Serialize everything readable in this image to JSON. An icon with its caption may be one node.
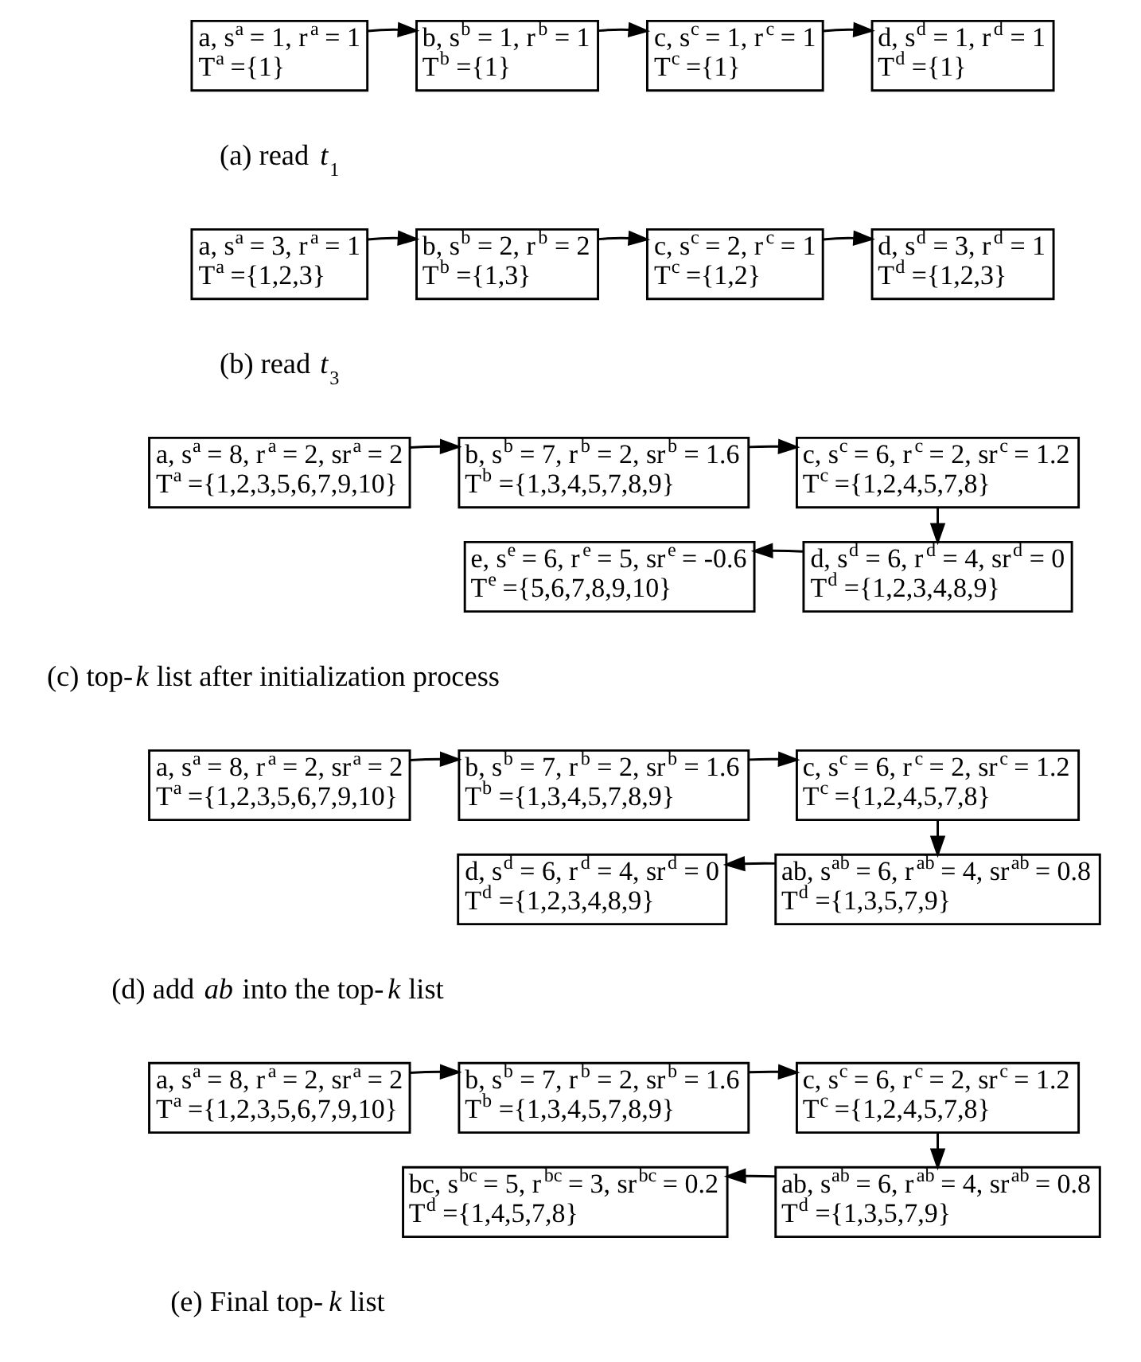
{
  "diagram": {
    "nodes": [
      {
        "text": [
          "a, s$^{a}$ = 1, r$^{a}$ = 1",
          "T$^{a}$ ={1}"
        ]
      },
      {
        "text": [
          "b, s$^{b}$ = 1, r$^{b}$ = 1",
          "T$^{b}$ ={1}"
        ]
      },
      {
        "text": [
          "c, s$^{c}$ = 1, r$^{c}$ = 1",
          "T$^{c}$ ={1}"
        ]
      },
      {
        "text": [
          "d, s$^{d}$ = 1, r$^{d}$ = 1",
          "T$^{d}$ ={1}"
        ]
      },
      {
        "text": [
          "a, s$^{a}$ = 3, r$^{a}$ = 1",
          "T$^{a}$ ={1,2,3}"
        ]
      },
      {
        "text": [
          "b, s$^{b}$ = 2, r$^{b}$ = 2",
          "T$^{b}$ ={1,3}"
        ]
      },
      {
        "text": [
          "c, s$^{c}$ = 2, r$^{c}$ = 1",
          "T$^{c}$ ={1,2}"
        ]
      },
      {
        "text": [
          "d, s$^{d}$ = 3, r$^{d}$ = 1",
          "T$^{d}$ ={1,2,3}"
        ]
      },
      {
        "text": [
          "a, s$^{a}$ = 8, r$^{a}$ = 2, sr$^{a}$ = 2",
          "T$^{a}$ ={1,2,3,5,6,7,9,10}"
        ]
      },
      {
        "text": [
          "b, s$^{b}$ = 7, r$^{b}$ = 2, sr$^{b}$ = 1.6",
          "T$^{b}$ ={1,3,4,5,7,8,9}"
        ]
      },
      {
        "text": [
          "c, s$^{c}$ = 6, r$^{c}$ = 2, sr$^{c}$ = 1.2",
          "T$^{c}$ ={1,2,4,5,7,8}"
        ]
      },
      {
        "text": [
          "e, s$^{e}$ = 6, r$^{e}$ = 5, sr$^{e}$ = -0.6",
          "T$^{e}$ ={5,6,7,8,9,10}"
        ]
      },
      {
        "text": [
          "d, s$^{d}$ = 6, r$^{d}$ = 4, sr$^{d}$ = 0",
          "T$^{d}$ ={1,2,3,4,8,9}"
        ]
      },
      {
        "text": [
          "a, s$^{a}$ = 8, r$^{a}$ = 2, sr$^{a}$ = 2",
          "T$^{a}$ ={1,2,3,5,6,7,9,10}"
        ]
      },
      {
        "text": [
          "b, s$^{b}$ = 7, r$^{b}$ = 2, sr$^{b}$ = 1.6",
          "T$^{b}$ ={1,3,4,5,7,8,9}"
        ]
      },
      {
        "text": [
          "c, s$^{c}$ = 6, r$^{c}$ = 2, sr$^{c}$ = 1.2",
          "T$^{c}$ ={1,2,4,5,7,8}"
        ]
      },
      {
        "text": [
          "d, s$^{d}$ = 6, r$^{d}$ = 4, sr$^{d}$ = 0",
          "T$^{d}$ ={1,2,3,4,8,9}"
        ]
      },
      {
        "text": [
          "ab, s$^{ab}$ = 6, r$^{ab}$ = 4, sr$^{ab}$ = 0.8",
          "T$^{d}$ ={1,3,5,7,9}"
        ]
      },
      {
        "text": [
          "a, s$^{a}$ = 8, r$^{a}$ = 2, sr$^{a}$ = 2",
          "T$^{a}$ ={1,2,3,5,6,7,9,10}"
        ]
      },
      {
        "text": [
          "b, s$^{b}$ = 7, r$^{b}$ = 2, sr$^{b}$ = 1.6",
          "T$^{b}$ ={1,3,4,5,7,8,9}"
        ]
      },
      {
        "text": [
          "c, s$^{c}$ = 6, r$^{c}$ = 2, sr$^{c}$ = 1.2",
          "T$^{c}$ ={1,2,4,5,7,8}"
        ]
      },
      {
        "text": [
          "bc, s$^{bc}$ = 5, r$^{bc}$ = 3, sr$^{bc}$ = 0.2",
          "T$^{d}$ ={1,4,5,7,8}"
        ]
      },
      {
        "text": [
          "ab, s$^{ab}$ = 6, r$^{ab}$ = 4, sr$^{ab}$ = 0.8",
          "T$^{d}$ ={1,3,5,7,9}"
        ]
      }
    ],
    "edges": [
      {
        "from": 0,
        "to": 1,
        "arrow": "to"
      },
      {
        "from": 1,
        "to": 2,
        "arrow": "to"
      },
      {
        "from": 2,
        "to": 3,
        "arrow": "to"
      },
      {
        "from": 4,
        "to": 5,
        "arrow": "to"
      },
      {
        "from": 5,
        "to": 6,
        "arrow": "to"
      },
      {
        "from": 6,
        "to": 7,
        "arrow": "to"
      },
      {
        "from": 8,
        "to": 9,
        "arrow": "to"
      },
      {
        "from": 9,
        "to": 10,
        "arrow": "to"
      },
      {
        "from": 10,
        "to": 12,
        "arrow": "to"
      },
      {
        "from": 12,
        "to": 11,
        "arrow": "to"
      },
      {
        "from": 13,
        "to": 14,
        "arrow": "to"
      },
      {
        "from": 14,
        "to": 15,
        "arrow": "to"
      },
      {
        "from": 15,
        "to": 17,
        "arrow": "to"
      },
      {
        "from": 17,
        "to": 16,
        "arrow": "to"
      },
      {
        "from": 18,
        "to": 19,
        "arrow": "to"
      },
      {
        "from": 19,
        "to": 20,
        "arrow": "to"
      },
      {
        "from": 20,
        "to": 22,
        "arrow": "to"
      },
      {
        "from": 22,
        "to": 21,
        "arrow": "to"
      }
    ],
    "labels": [
      "(a) read *t*$_{1}$",
      "(b) read *t*$_{3}$",
      "(c) top-*k* list after initialization process",
      "(d) add *ab* into the top-*k* list",
      "(e) Final top-*k* list"
    ]
  }
}
